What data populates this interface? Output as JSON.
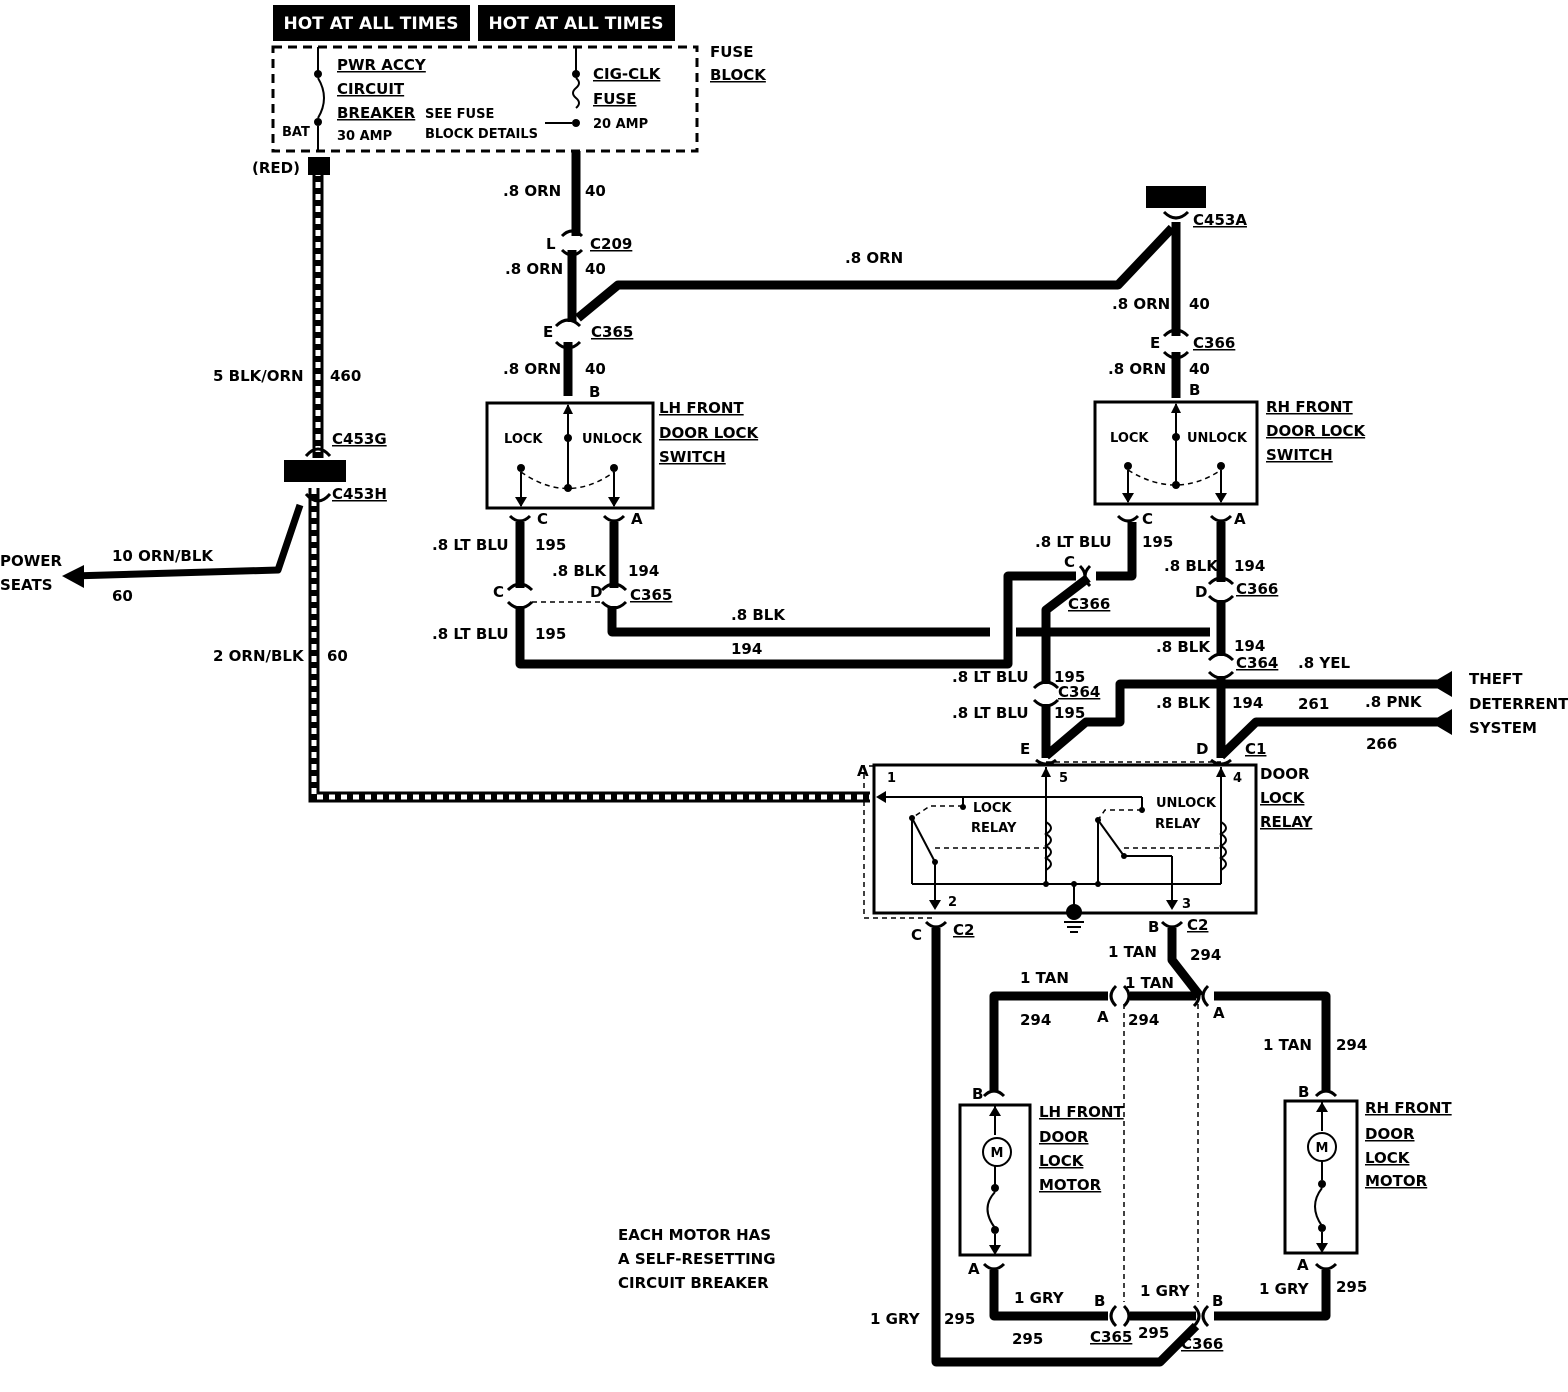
{
  "header": {
    "hot1": "HOT AT ALL TIMES",
    "hot2": "HOT AT ALL TIMES"
  },
  "fuse_block": {
    "title1": "FUSE",
    "title2": "BLOCK",
    "breaker1": "PWR ACCY",
    "breaker2": "CIRCUIT",
    "breaker3": "BREAKER",
    "breaker_amp": "30 AMP",
    "bat": "BAT",
    "see1": "SEE FUSE",
    "see2": "BLOCK DETAILS",
    "fuse1": "CIG-CLK",
    "fuse2": "FUSE",
    "fuse_amp": "20 AMP"
  },
  "wires": {
    "red": "(RED)",
    "blk_orn_5": "5 BLK/ORN",
    "c460": "460",
    "orn_blk_10": "10 ORN/BLK",
    "c60a": "60",
    "orn_blk_2": "2 ORN/BLK",
    "c60b": "60",
    "orn_a": ".8 ORN",
    "c40a": "40",
    "orn_b": ".8 ORN",
    "c40b": "40",
    "orn_c": ".8 ORN",
    "c40c": "40",
    "orn_top": ".8 ORN",
    "orn_r1": ".8 ORN",
    "c40r1": "40",
    "orn_r2": ".8 ORN",
    "c40r2": "40",
    "ltblu_l1": ".8 LT BLU",
    "c195_l1": "195",
    "blk_l1": ".8 BLK",
    "c194_l1": "194",
    "ltblu_l2": ".8 LT BLU",
    "c195_l2": "195",
    "blk_mid": ".8 BLK",
    "c194_mid": "194",
    "ltblu_r1": ".8 LT BLU",
    "c195_r1": "195",
    "blk_r1": ".8 BLK",
    "c194_r1": "194",
    "blk_r2": ".8 BLK",
    "c194_r2": "194",
    "ltblu_r2": ".8 LT BLU",
    "c195_r2": "195",
    "ltblu_r3": ".8 LT BLU",
    "c195_r3": "195",
    "blk_r3": ".8 BLK",
    "c194_r3": "194",
    "yel": ".8 YEL",
    "c261": "261",
    "pnk": ".8 PNK",
    "c266": "266",
    "tan_b": "1 TAN",
    "c294_b": "294",
    "tan_l": "1 TAN",
    "c294_l": "294",
    "tan_m": "1 TAN",
    "c294_m": "294",
    "tan_r": "1 TAN",
    "c294_r": "294",
    "gry_l": "1 GRY",
    "c295_l": "295",
    "gry_m": "1 GRY",
    "c295_m": "295",
    "gry_r": "1 GRY",
    "c295_r": "295",
    "gry_c": "1 GRY",
    "c295_c": "295",
    "gry_bot": "295"
  },
  "connectors": {
    "c453g": "C453G",
    "c453h": "C453H",
    "c209": "C209",
    "c365a": "C365",
    "c365b": "C365",
    "c365c": "C365",
    "c453a": "C453A",
    "c366a": "C366",
    "c366b": "C366",
    "c366c": "C366",
    "c366d": "C366",
    "c364a": "C364",
    "c364b": "C364",
    "c1": "C1",
    "c2a": "C2",
    "c2b": "C2"
  },
  "pins": {
    "L": "L",
    "E1": "E",
    "B1": "B",
    "C1": "C",
    "A1": "A",
    "C2": "C",
    "D1": "D",
    "E2": "E",
    "B2": "B",
    "C3": "C",
    "A2": "A",
    "C4": "C",
    "D2": "D",
    "E3": "E",
    "D3": "D",
    "A3": "A",
    "C5": "C",
    "B3": "B",
    "A4": "A",
    "A5": "A",
    "B4": "B",
    "B5": "B",
    "A6": "A",
    "A7": "A",
    "B6": "B",
    "B7": "B",
    "n1": "1",
    "n2": "2",
    "n3": "3",
    "n4": "4",
    "n5": "5"
  },
  "components": {
    "lh_switch1": "LH FRONT",
    "lh_switch2": "DOOR LOCK",
    "lh_switch3": "SWITCH",
    "lh_lock": "LOCK",
    "lh_unlock": "UNLOCK",
    "rh_switch1": "RH FRONT",
    "rh_switch2": "DOOR LOCK",
    "rh_switch3": "SWITCH",
    "rh_lock": "LOCK",
    "rh_unlock": "UNLOCK",
    "relay1": "DOOR",
    "relay2": "LOCK",
    "relay3": "RELAY",
    "lock_relay1": "LOCK",
    "lock_relay2": "RELAY",
    "unlock_relay1": "UNLOCK",
    "unlock_relay2": "RELAY",
    "lh_motor1": "LH FRONT",
    "lh_motor2": "DOOR",
    "lh_motor3": "LOCK",
    "lh_motor4": "MOTOR",
    "rh_motor1": "RH FRONT",
    "rh_motor2": "DOOR",
    "rh_motor3": "LOCK",
    "rh_motor4": "MOTOR",
    "motor_m": "M",
    "motor_m2": "M",
    "power1": "POWER",
    "power2": "SEATS",
    "theft1": "THEFT",
    "theft2": "DETERRENT",
    "theft3": "SYSTEM",
    "note1": "EACH MOTOR HAS",
    "note2": "A SELF-RESETTING",
    "note3": "CIRCUIT BREAKER"
  }
}
